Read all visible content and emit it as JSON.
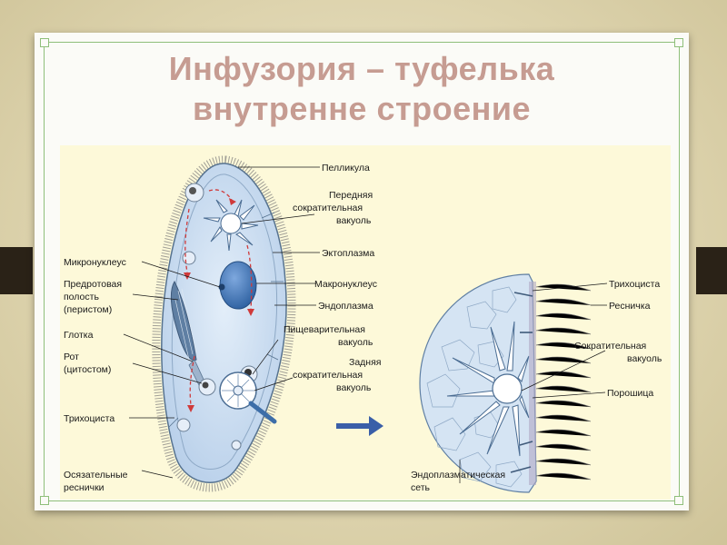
{
  "title": {
    "line1": "Инфузория – туфелька",
    "line2": "внутренне строение"
  },
  "colors": {
    "title": "#c69c92",
    "frame": "#8fbf7a",
    "figure_bg": "#fdf9d9",
    "cell_fill": "#c9dcef",
    "nucleus": "#3b6fb0",
    "arrow": "#3a5fa8",
    "flow_arrow": "#d03a3a"
  },
  "labels_left": {
    "micronucleus": "Микронуклеус",
    "peristome_1": "Предротовая",
    "peristome_2": "полость",
    "peristome_3": "(перистом)",
    "pharynx": "Глотка",
    "mouth_1": "Рот",
    "mouth_2": "(цитостом)",
    "trichocyst": "Трихоциста",
    "cilia_1": "Осязательные",
    "cilia_2": "реснички"
  },
  "labels_middle": {
    "pellicle": "Пелликула",
    "anterior_vac_1": "Передняя",
    "anterior_vac_2": "сократительная",
    "anterior_vac_3": "вакуоль",
    "ectoplasm": "Эктоплазма",
    "macronucleus": "Макронуклеус",
    "endoplasm": "Эндоплазма",
    "digestive_vac_1": "Пищеварительная",
    "digestive_vac_2": "вакуоль",
    "posterior_vac_1": "Задняя",
    "posterior_vac_2": "сократительная",
    "posterior_vac_3": "вакуоль"
  },
  "labels_right": {
    "trichocyst": "Трихоциста",
    "cilium": "Ресничка",
    "contractile_vac_1": "Сократительная",
    "contractile_vac_2": "вакуоль",
    "pore": "Порошица",
    "er_1": "Эндоплазматическая",
    "er_2": "сеть"
  }
}
